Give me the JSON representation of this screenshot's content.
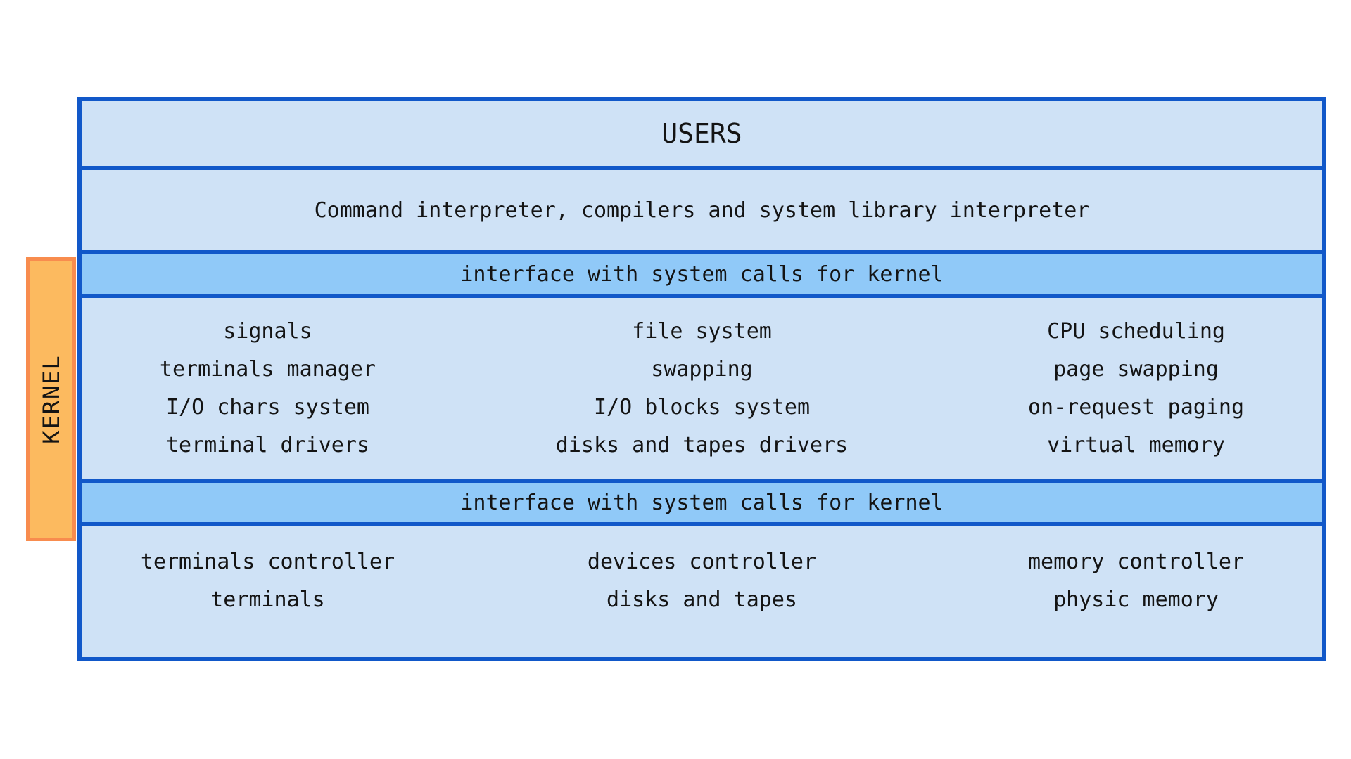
{
  "diagram": {
    "title_semantic": "UNIX operating system layered architecture",
    "kernel_label": "KERNEL",
    "layers": {
      "users": "USERS",
      "command": "Command interpreter, compilers and system library interpreter",
      "interface_top": "interface with system calls for kernel",
      "interface_bottom": "interface with system calls for kernel"
    },
    "kernel_columns": [
      {
        "items": [
          "signals",
          "terminals manager",
          "I/O chars system",
          "terminal drivers"
        ]
      },
      {
        "items": [
          "file system",
          "swapping",
          "I/O blocks system",
          "disks and tapes drivers"
        ]
      },
      {
        "items": [
          "CPU scheduling",
          "page swapping",
          "on-request paging",
          "virtual memory"
        ]
      }
    ],
    "hardware_columns": [
      {
        "items": [
          "terminals controller",
          "terminals"
        ]
      },
      {
        "items": [
          "devices controller",
          "disks and tapes"
        ]
      },
      {
        "items": [
          "memory controller",
          "physic memory"
        ]
      }
    ],
    "colors": {
      "cell_light_blue": "#cfe2f6",
      "interface_medium_blue": "#90c9f8",
      "border_blue": "#1158c9",
      "kernel_tab_fill_orange": "#fcba5f",
      "kernel_tab_border_orange": "#f88c4e",
      "text": "#141414",
      "background": "#ffffff"
    }
  }
}
